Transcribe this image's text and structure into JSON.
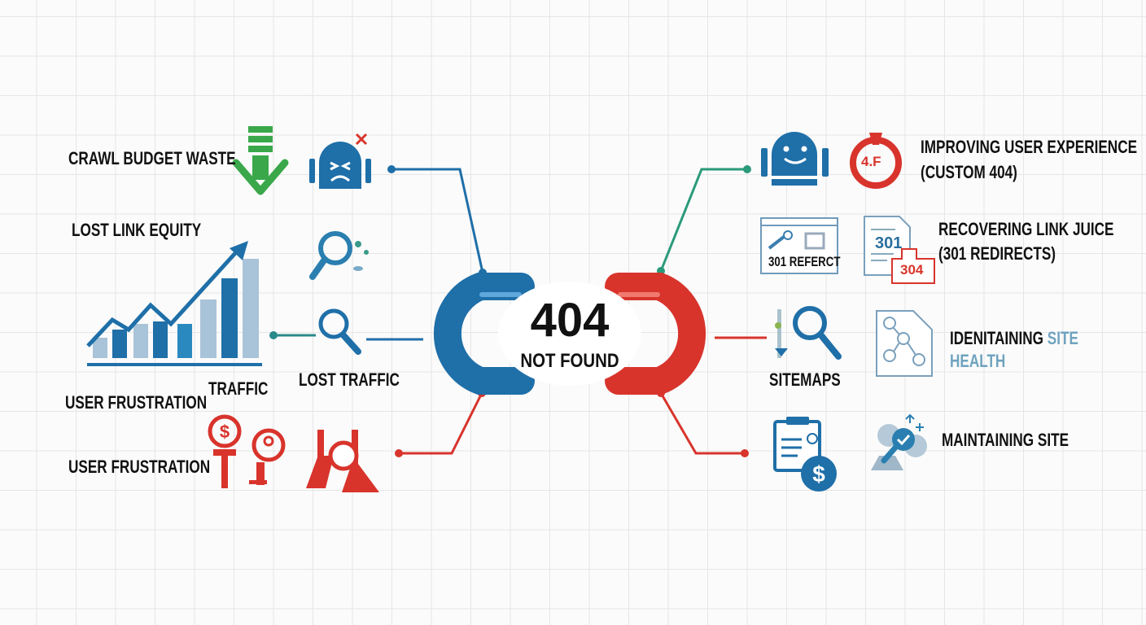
{
  "colors": {
    "blue": "#1f6fa8",
    "red": "#d8342c",
    "green": "#3aa84a",
    "teal": "#2a9a7a",
    "light_blue": "#6fa3bf"
  },
  "center": {
    "code": "404",
    "label": "NOT FOUND",
    "icon": "broken-chain-link-icon"
  },
  "left": {
    "crawl_budget_waste": "CRAWL BUDGET WASTE",
    "lost_link_equity": "LOST LINK EQUITY",
    "traffic": "TRAFFIC",
    "lost_traffic": "LOST TRAFFIC",
    "user_frustration_1": "USER FRUSTRATION",
    "user_frustration_2": "USER FRUSTRATION"
  },
  "right": {
    "improving_ux_line1": "IMPROVING USER EXPERIENCE",
    "improving_ux_line2": "(CUSTOM 404)",
    "badge_4f": "4.F",
    "redirect_box": "301 REFERCT",
    "doc_301": "301",
    "doc_304": "304",
    "recovering_line1": "RECOVERING LINK JUICE",
    "recovering_line2": "(301 REDIRECTS)",
    "sitemaps": "SITEMAPS",
    "site_health_a": "IDENITAINING ",
    "site_health_b": "SITE",
    "site_health_c": "HEALTH",
    "maintaining_site": "MAINTAINING SITE"
  }
}
